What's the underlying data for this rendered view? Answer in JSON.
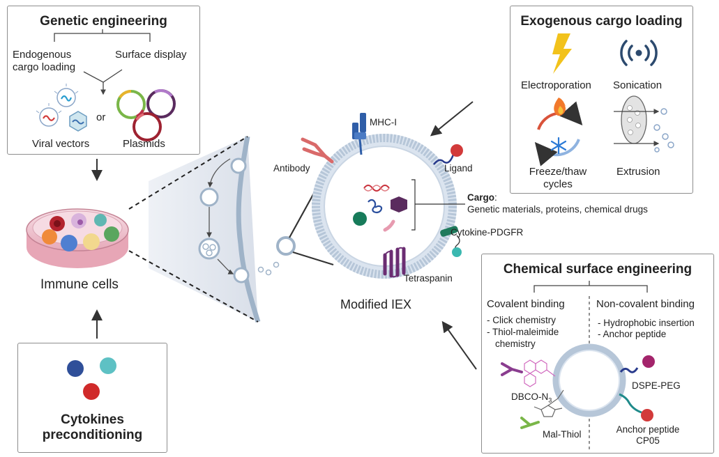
{
  "genetic": {
    "title": "Genetic engineering",
    "endogenous_1": "Endogenous",
    "endogenous_2": "cargo loading",
    "surface": "Surface display",
    "or": "or",
    "viral": "Viral vectors",
    "plasmids": "Plasmids"
  },
  "immune": {
    "label": "Immune cells"
  },
  "cytokines": {
    "title_1": "Cytokines",
    "title_2": "preconditioning"
  },
  "iex": {
    "mhc": "MHC-I",
    "antibody": "Antibody",
    "ligand": "Ligand",
    "cargo_bold": "Cargo",
    "cargo_colon": ":",
    "cargo_desc": "Genetic materials, proteins, chemical drugs",
    "cytokine_pdgfr": "Cytokine-PDGFR",
    "tetraspanin": "Tetraspanin",
    "label": "Modified IEX"
  },
  "exogenous": {
    "title": "Exogenous cargo loading",
    "electroporation": "Electroporation",
    "sonication": "Sonication",
    "freeze_1": "Freeze/thaw",
    "freeze_2": "cycles",
    "extrusion": "Extrusion"
  },
  "chemical": {
    "title": "Chemical surface engineering",
    "covalent": "Covalent binding",
    "noncovalent": "Non-covalent binding",
    "cov_1": "- Click chemistry",
    "cov_2": "- Thiol-maleimide",
    "cov_3": "chemistry",
    "non_1": "- Hydrophobic insertion",
    "non_2": "- Anchor peptide",
    "dbco": "DBCO-N",
    "dbco_sub": "3",
    "dspe": "DSPE-PEG",
    "mal": "Mal-Thiol",
    "anchor_1": "Anchor peptide",
    "anchor_2": "CP05"
  }
}
